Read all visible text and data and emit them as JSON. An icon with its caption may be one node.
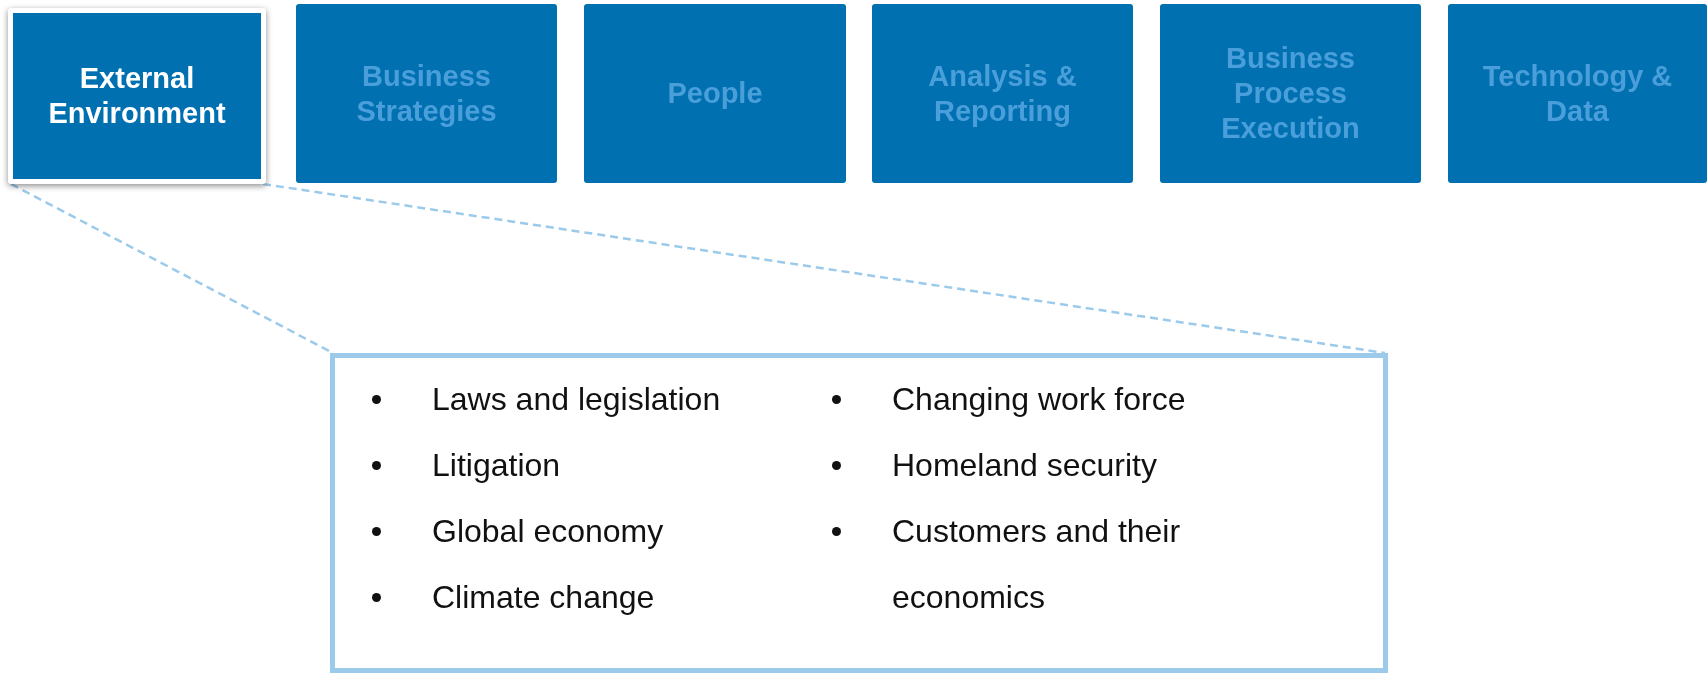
{
  "diagram": {
    "nodes": [
      {
        "text": [
          "External Environment"
        ]
      },
      {
        "text": [
          "Business Strategies"
        ]
      },
      {
        "text": [
          "People"
        ]
      },
      {
        "text": [
          "Analysis & Reporting"
        ]
      },
      {
        "text": [
          "Business Process Execution"
        ]
      },
      {
        "text": [
          "Technology & Data"
        ]
      },
      {
        "text": [
          "Laws and legislation",
          "Litigation",
          "Global economy",
          "Climate change",
          "Changing work force",
          "Homeland security",
          "Customers and their economics"
        ]
      }
    ],
    "edges": [
      {
        "from": 0,
        "to": 6,
        "arrow": "none",
        "style": "dashed",
        "color": "#9ccaeb"
      },
      {
        "from": 0,
        "to": 6,
        "arrow": "none",
        "style": "dashed",
        "color": "#9ccaeb"
      }
    ]
  }
}
